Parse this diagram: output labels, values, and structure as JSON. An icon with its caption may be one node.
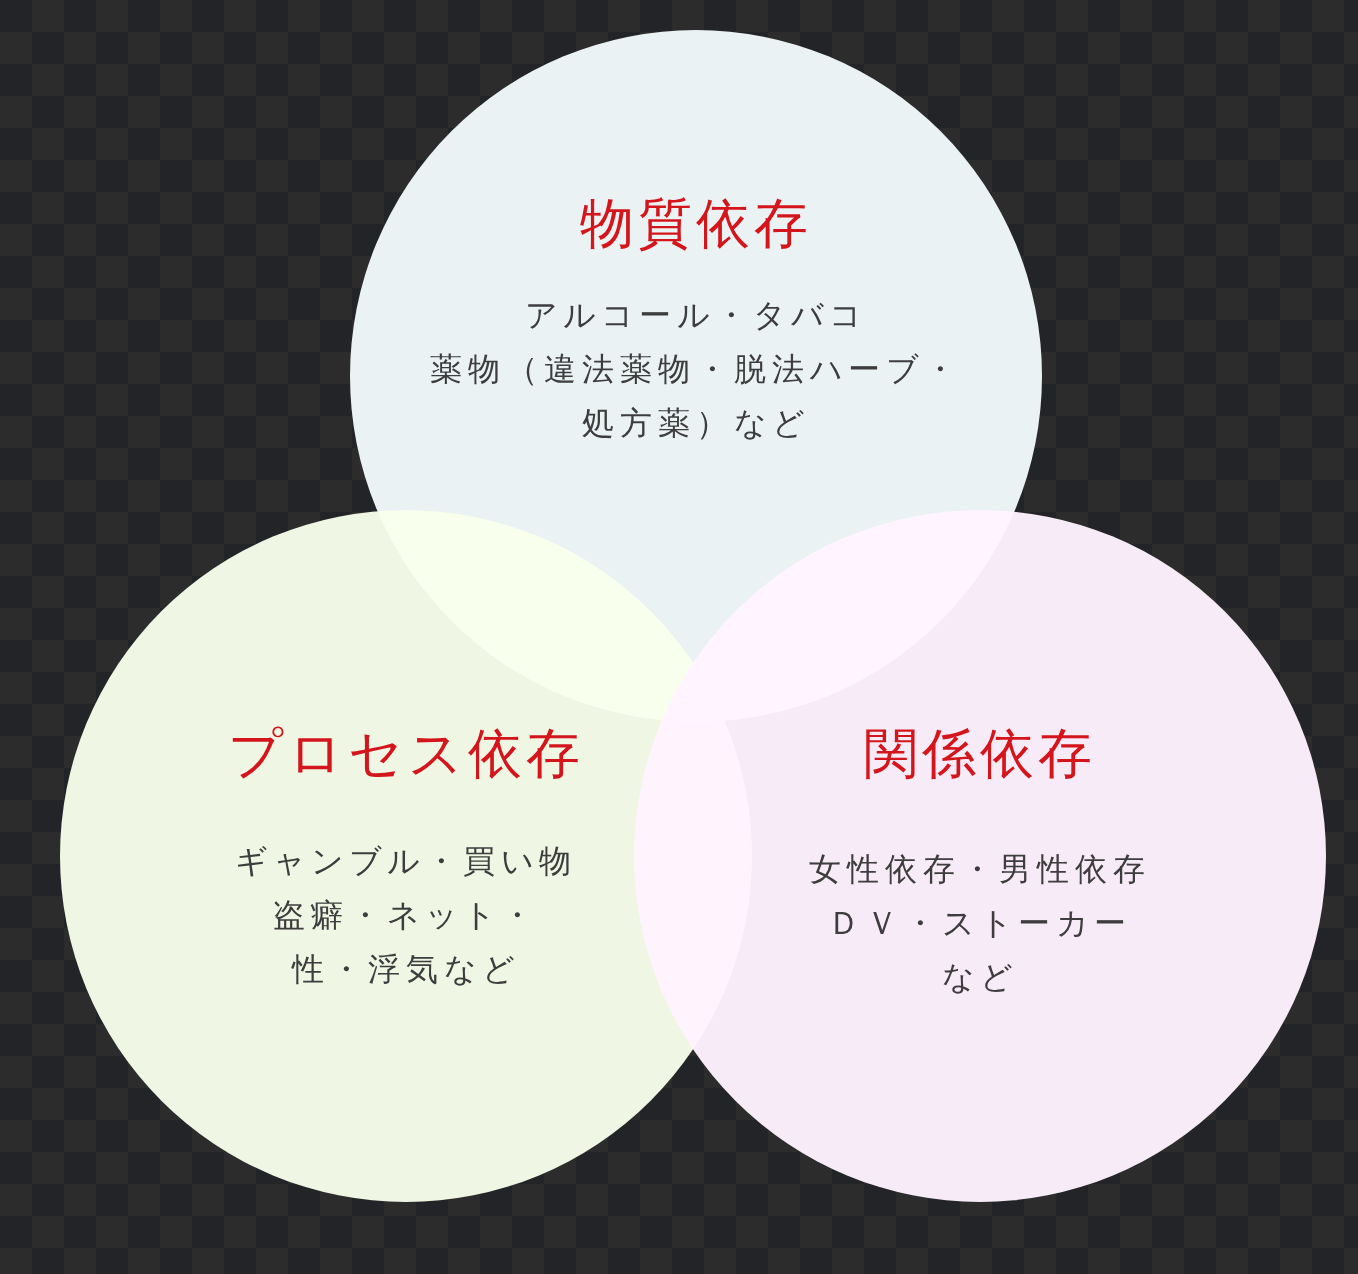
{
  "diagram": {
    "nodes": [
      {
        "text": [
          "物質依存",
          "アルコール・タバコ",
          "薬物（違法薬物・脱法ハーブ・処方薬）など"
        ]
      },
      {
        "text": [
          "プロセス依存",
          "ギャンブル・買い物",
          "盗癖・ネット・性・浮気など"
        ]
      },
      {
        "text": [
          "関係依存",
          "女性依存・男性依存",
          "ＤＶ・ストーカーなど"
        ]
      }
    ]
  }
}
